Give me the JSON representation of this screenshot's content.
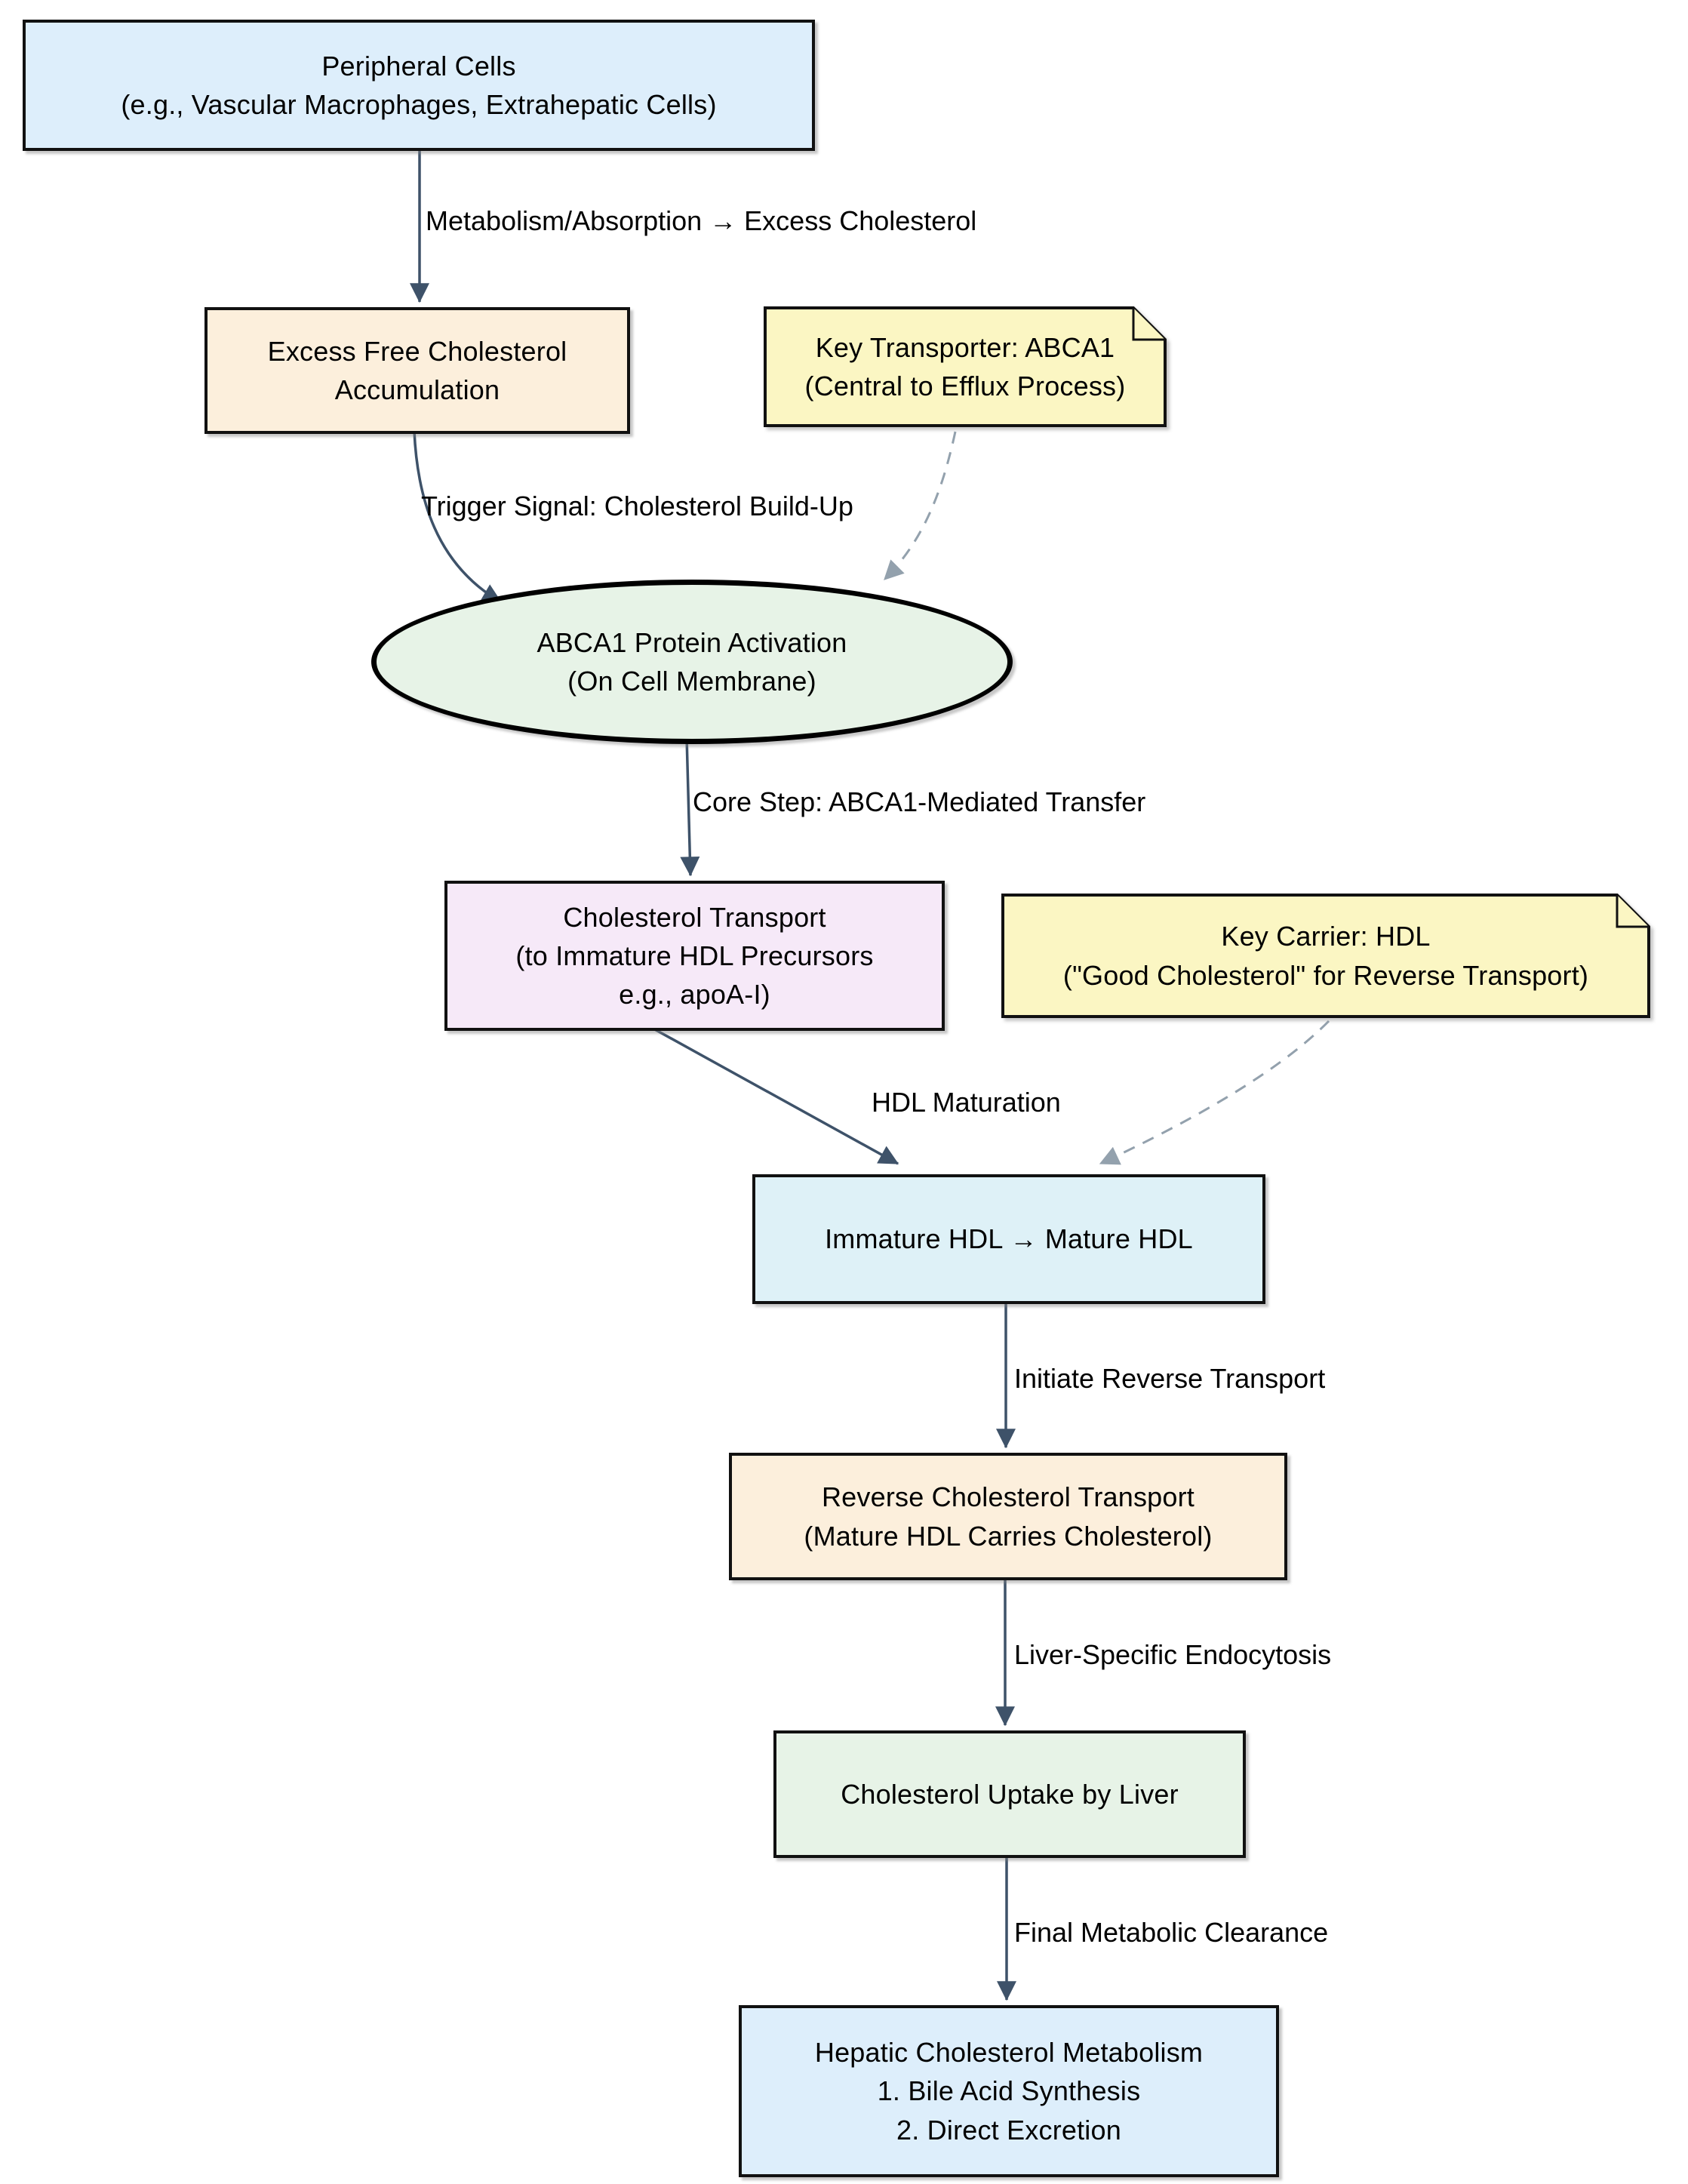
{
  "diagram": {
    "title": "Reverse cholesterol transport flowchart",
    "type": "flowchart",
    "nodes": {
      "peripheral": {
        "text": "Peripheral Cells\n(e.g., Vascular Macrophages, Extrahepatic Cells)"
      },
      "excess": {
        "text": "Excess Free Cholesterol\nAccumulation"
      },
      "note_transporter": {
        "text": "Key Transporter: ABCA1\n(Central to Efflux Process)"
      },
      "abca1_activation": {
        "text": "ABCA1 Protein Activation\n(On Cell Membrane)"
      },
      "transport": {
        "text": "Cholesterol Transport\n(to Immature HDL Precursors\ne.g., apoA-I)"
      },
      "note_carrier": {
        "text": "Key Carrier: HDL\n(\"Good Cholesterol\" for Reverse Transport)"
      },
      "immature": {
        "text": "Immature HDL → Mature HDL"
      },
      "reverse": {
        "text": "Reverse Cholesterol Transport\n(Mature HDL Carries Cholesterol)"
      },
      "uptake": {
        "text": "Cholesterol Uptake by Liver"
      },
      "hepatic": {
        "text": "Hepatic Cholesterol Metabolism\n1. Bile Acid Synthesis\n2. Direct Excretion"
      }
    },
    "edges": {
      "metabolism": {
        "label": "Metabolism/Absorption → Excess Cholesterol",
        "style": "solid"
      },
      "trigger": {
        "label": "Trigger Signal: Cholesterol Build-Up",
        "style": "solid"
      },
      "note1_link": {
        "label": "",
        "style": "dashed"
      },
      "core_step": {
        "label": "Core Step: ABCA1-Mediated Transfer",
        "style": "solid"
      },
      "hdl_maturation": {
        "label": "HDL Maturation",
        "style": "solid"
      },
      "note2_link": {
        "label": "",
        "style": "dashed"
      },
      "initiate": {
        "label": "Initiate Reverse Transport",
        "style": "solid"
      },
      "endocytosis": {
        "label": "Liver-Specific Endocytosis",
        "style": "solid"
      },
      "clearance": {
        "label": "Final Metabolic Clearance",
        "style": "solid"
      }
    },
    "colors": {
      "node_blue": "#ddeefb",
      "node_peach": "#fcefdc",
      "node_green": "#e7f3e7",
      "node_lavender": "#f6e9f8",
      "node_cyan": "#def1f7",
      "note_yellow": "#fbf6c3",
      "edge_solid": "#3e5269",
      "edge_dashed": "#93a1ad",
      "border": "#111111",
      "background": "#ffffff"
    }
  }
}
